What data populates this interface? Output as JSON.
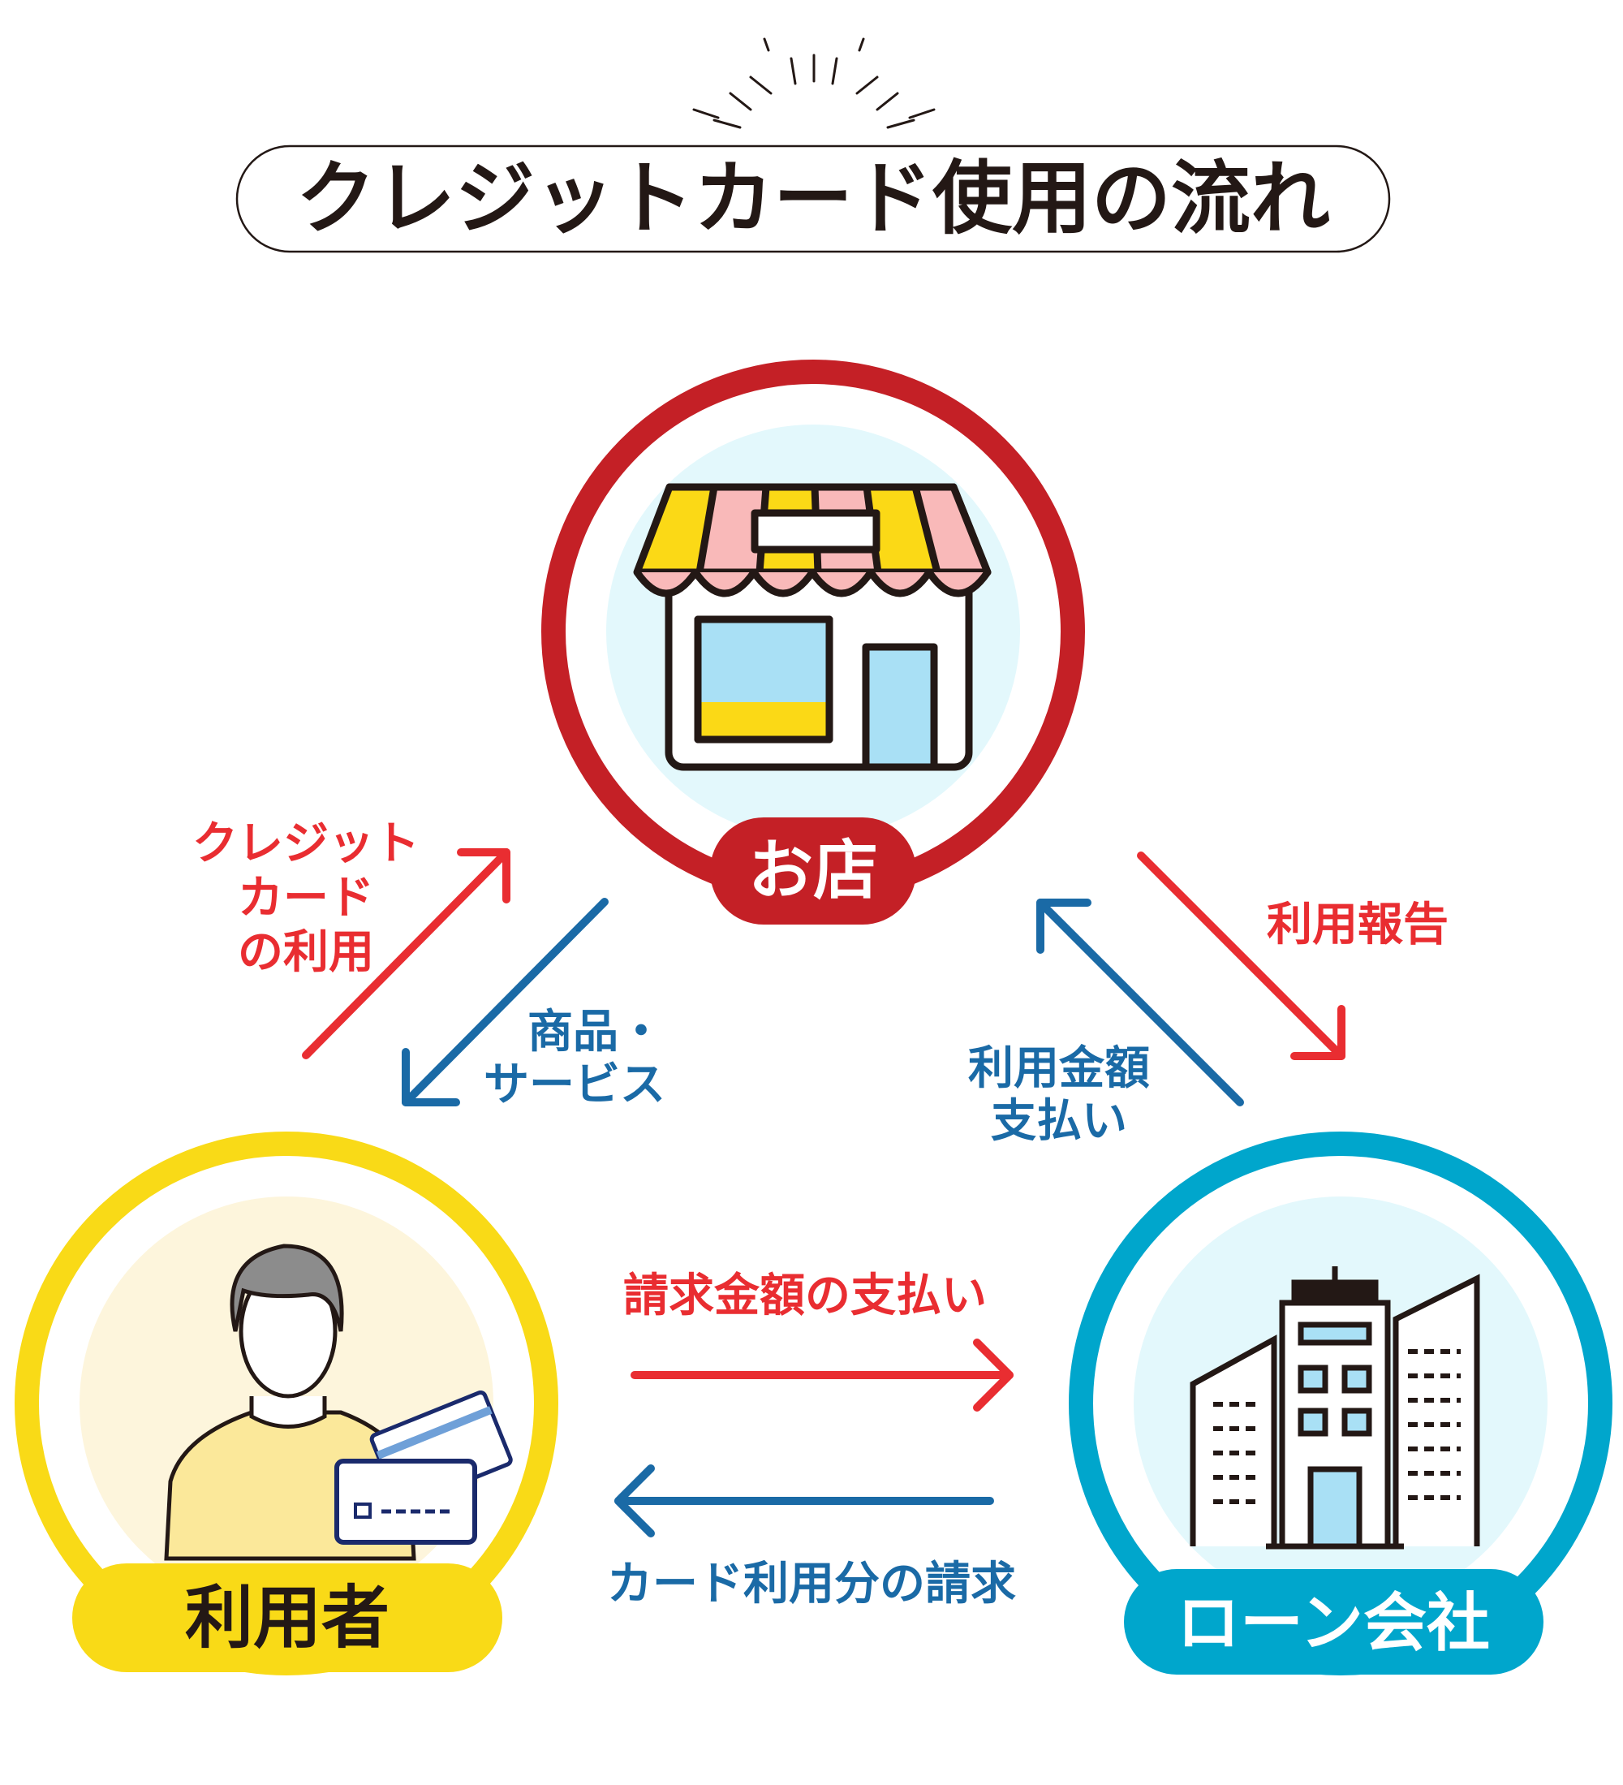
{
  "title": "クレジットカード使用の流れ",
  "nodes": {
    "store": {
      "label": "お店"
    },
    "user": {
      "label": "利用者"
    },
    "loan": {
      "label": "ローン会社"
    }
  },
  "flows": {
    "card_use": [
      "クレジット",
      "カード",
      "の利用"
    ],
    "goods": [
      "商品・",
      "サービス"
    ],
    "report": "利用報告",
    "payment": [
      "利用金額",
      "支払い"
    ],
    "bill_payment": "請求金額の支払い",
    "billing": "カード利用分の請求"
  },
  "colors": {
    "store": "#c42026",
    "user": "#f9da17",
    "loan": "#00a6cc",
    "red_arrow": "#e92d31",
    "blue_arrow": "#1a6aa6"
  }
}
